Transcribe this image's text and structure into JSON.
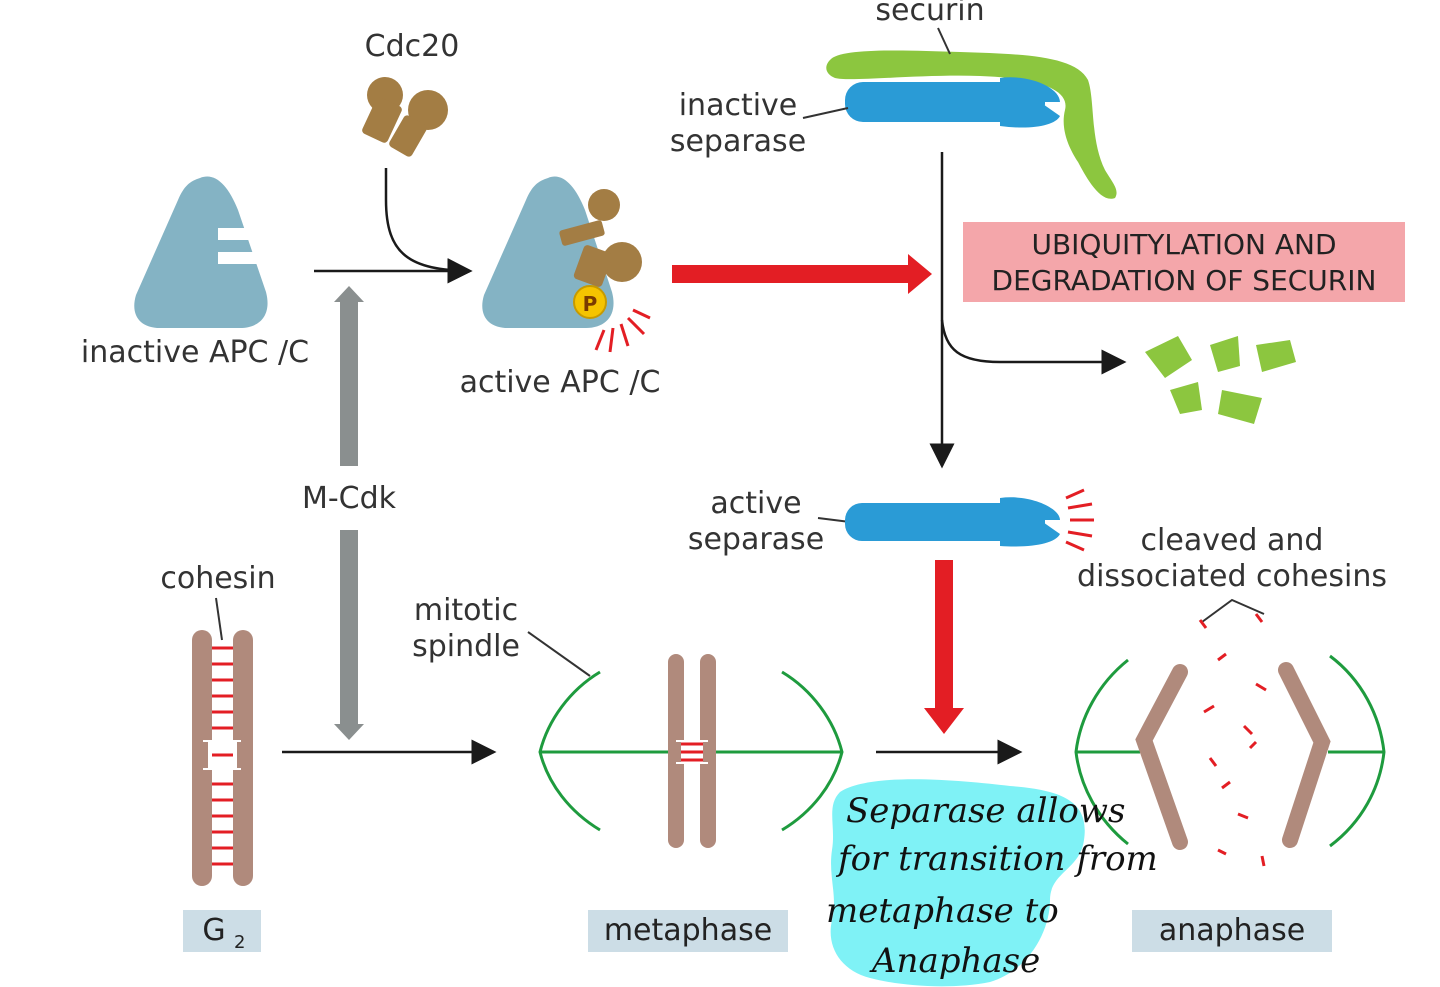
{
  "labels": {
    "securin": "securin",
    "cdc20": "Cdc20",
    "inactive_separase_1": "inactive",
    "inactive_separase_2": "separase",
    "inactive_apc": "inactive APC /C",
    "active_apc": "active APC /C",
    "p_badge": "P",
    "mcdk": "M-Cdk",
    "active_separase_1": "active",
    "active_separase_2": "separase",
    "cohesin": "cohesin",
    "mitotic_spindle_1": "mitotic",
    "mitotic_spindle_2": "spindle",
    "cleaved_1": "cleaved and",
    "cleaved_2": "dissociated cohesins"
  },
  "banner": {
    "line1": "UBIQUITYLATION AND",
    "line2": "DEGRADATION OF SECURIN",
    "color": "#f4a6aa"
  },
  "phases": {
    "g2": "G",
    "g2_sub": "2",
    "metaphase": "metaphase",
    "anaphase": "anaphase",
    "box_color": "#ccdde6"
  },
  "handwritten_note": {
    "line1": "Separase allows",
    "line2": "for transition from",
    "line3": "metaphase to",
    "line4": "Anaphase",
    "highlight_color": "#7ff2f6"
  },
  "colors": {
    "apc": "#84b3c4",
    "cdc20": "#a37d44",
    "securin": "#8cc63f",
    "separase": "#2a9bd6",
    "chromatid": "#b08a7c",
    "cohesin": "#e31e24",
    "spindle": "#1e9b3e",
    "arrow_black": "#1a1a1a",
    "arrow_red": "#e31e24",
    "arrow_gray": "#8a8f8f",
    "p_badge": "#f5c400"
  }
}
